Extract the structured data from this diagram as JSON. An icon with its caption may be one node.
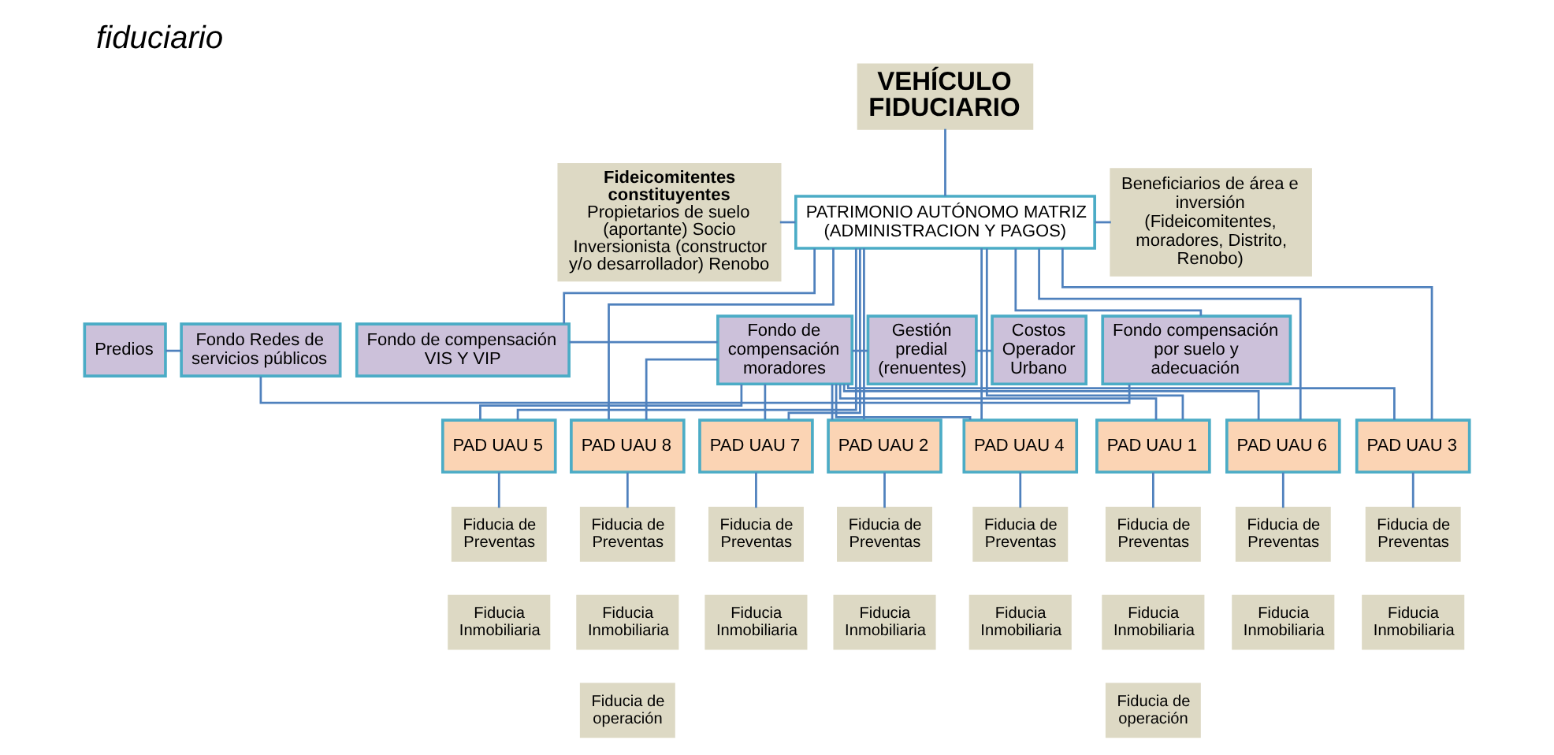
{
  "diagram": {
    "title": "fiduciario",
    "nodes": [
      {
        "text": [
          "VEHÍCULO FIDUCIARIO"
        ]
      },
      {
        "text": [
          "Fideicomitentes constituyentes",
          "Propietarios de suelo (aportante) Socio Inversionista (constructor y/o desarrollador) Renobo"
        ]
      },
      {
        "text": [
          "PATRIMONIO AUTÓNOMO MATRIZ (ADMINISTRACION Y PAGOS)"
        ]
      },
      {
        "text": [
          "Beneficiarios de área e inversión (Fideicomitentes, moradores, Distrito, Renobo)"
        ]
      },
      {
        "text": [
          "Predios"
        ]
      },
      {
        "text": [
          "Fondo Redes de servicios públicos"
        ]
      },
      {
        "text": [
          "Fondo compensación por suelo y adecuación"
        ]
      },
      {
        "text": [
          "Fondo de compensación VIS Y VIP"
        ]
      },
      {
        "text": [
          "Fondo de compensación moradores"
        ]
      },
      {
        "text": [
          "Gestión predial (renuentes)"
        ]
      },
      {
        "text": [
          "Costos Operador Urbano"
        ]
      },
      {
        "text": [
          "PAD UAU 1"
        ]
      },
      {
        "text": [
          "PAD UAU 2"
        ]
      },
      {
        "text": [
          "PAD UAU 3"
        ]
      },
      {
        "text": [
          "PAD UAU 4"
        ]
      },
      {
        "text": [
          "PAD UAU 5"
        ]
      },
      {
        "text": [
          "PAD UAU 6"
        ]
      },
      {
        "text": [
          "PAD UAU 7"
        ]
      },
      {
        "text": [
          "PAD UAU 8"
        ]
      },
      {
        "text": [
          "Fiducia de Preventas"
        ]
      },
      {
        "text": [
          "Fiducia Inmobiliaria"
        ]
      },
      {
        "text": [
          "Fiducia de operación"
        ]
      },
      {
        "text": [
          "Fiducia de Preventas"
        ]
      },
      {
        "text": [
          "Fiducia Inmobiliaria"
        ]
      },
      {
        "text": [
          "Fiducia de Preventas"
        ]
      },
      {
        "text": [
          "Fiducia Inmobiliaria"
        ]
      },
      {
        "text": [
          "Fiducia de Preventas"
        ]
      },
      {
        "text": [
          "Fiducia Inmobiliaria"
        ]
      },
      {
        "text": [
          "Fiducia de Preventas"
        ]
      },
      {
        "text": [
          "Fiducia Inmobiliaria"
        ]
      },
      {
        "text": [
          "Fiducia de Preventas"
        ]
      },
      {
        "text": [
          "Fiducia Inmobiliaria"
        ]
      },
      {
        "text": [
          "Fiducia de Preventas"
        ]
      },
      {
        "text": [
          "Fiducia Inmobiliaria"
        ]
      },
      {
        "text": [
          "Fiducia de Preventas"
        ]
      },
      {
        "text": [
          "Fiducia Inmobiliaria"
        ]
      },
      {
        "text": [
          "Fiducia de operación"
        ]
      }
    ],
    "edges": [
      {
        "from": 0,
        "to": 2,
        "arrow": "none"
      },
      {
        "from": 1,
        "to": 2,
        "arrow": "none"
      },
      {
        "from": 2,
        "to": 3,
        "arrow": "none"
      },
      {
        "from": 4,
        "to": 5,
        "arrow": "none"
      },
      {
        "from": 5,
        "to": 6,
        "arrow": "none"
      },
      {
        "from": 2,
        "to": 6,
        "arrow": "none"
      },
      {
        "from": 2,
        "to": 7,
        "arrow": "none"
      },
      {
        "from": 7,
        "to": 8,
        "arrow": "none"
      },
      {
        "from": 8,
        "to": 9,
        "arrow": "none"
      },
      {
        "from": 9,
        "to": 10,
        "arrow": "none"
      },
      {
        "from": 2,
        "to": 11,
        "arrow": "none"
      },
      {
        "from": 2,
        "to": 12,
        "arrow": "none"
      },
      {
        "from": 2,
        "to": 13,
        "arrow": "none"
      },
      {
        "from": 2,
        "to": 14,
        "arrow": "none"
      },
      {
        "from": 2,
        "to": 15,
        "arrow": "none"
      },
      {
        "from": 2,
        "to": 16,
        "arrow": "none"
      },
      {
        "from": 2,
        "to": 17,
        "arrow": "none"
      },
      {
        "from": 2,
        "to": 18,
        "arrow": "none"
      },
      {
        "from": 8,
        "to": 11,
        "arrow": "none"
      },
      {
        "from": 8,
        "to": 12,
        "arrow": "none"
      },
      {
        "from": 8,
        "to": 13,
        "arrow": "none"
      },
      {
        "from": 8,
        "to": 14,
        "arrow": "none"
      },
      {
        "from": 8,
        "to": 15,
        "arrow": "none"
      },
      {
        "from": 8,
        "to": 16,
        "arrow": "none"
      },
      {
        "from": 8,
        "to": 17,
        "arrow": "none"
      },
      {
        "from": 8,
        "to": 18,
        "arrow": "none"
      },
      {
        "from": 11,
        "to": 19,
        "arrow": "none"
      },
      {
        "from": 12,
        "to": 22,
        "arrow": "none"
      },
      {
        "from": 13,
        "to": 24,
        "arrow": "none"
      },
      {
        "from": 14,
        "to": 26,
        "arrow": "none"
      },
      {
        "from": 15,
        "to": 28,
        "arrow": "none"
      },
      {
        "from": 16,
        "to": 30,
        "arrow": "none"
      },
      {
        "from": 17,
        "to": 32,
        "arrow": "none"
      },
      {
        "from": 18,
        "to": 34,
        "arrow": "none"
      }
    ]
  }
}
